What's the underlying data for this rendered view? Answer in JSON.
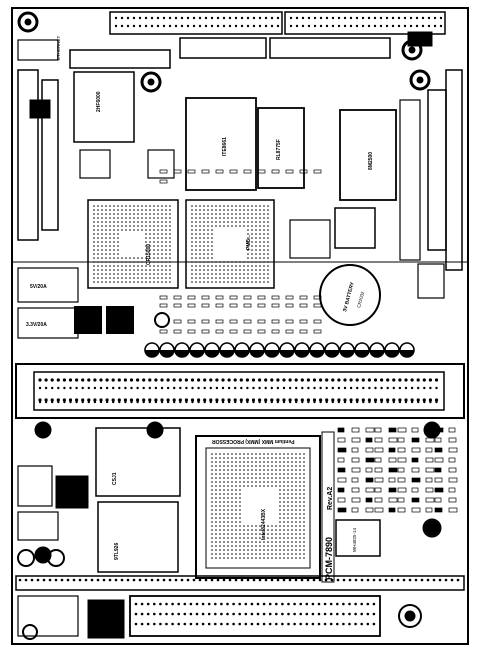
{
  "board": {
    "model": "PCM-7890",
    "revision": "Rev.A2",
    "chips": {
      "cpu": "Pentium MMX (MMX) PROCESSOR",
      "cpu_socket": "Intel82443BX",
      "chip_a": "2HF6000",
      "chip_b": "ITE8661",
      "chip_c": "RL8775F",
      "chip_d": "8M2500",
      "chip_e": "CR15000",
      "chip_f": "PMB...",
      "chip_g": "CSJ1",
      "chip_h": "9TL926",
      "lower_right": "WH4825-14"
    },
    "labels": {
      "battery": "3V BATTERY",
      "battery_sub": "CR2032",
      "reg1": "5V/20A",
      "reg2": "3.3V/20A",
      "ethernet": "ETHERNET"
    }
  }
}
